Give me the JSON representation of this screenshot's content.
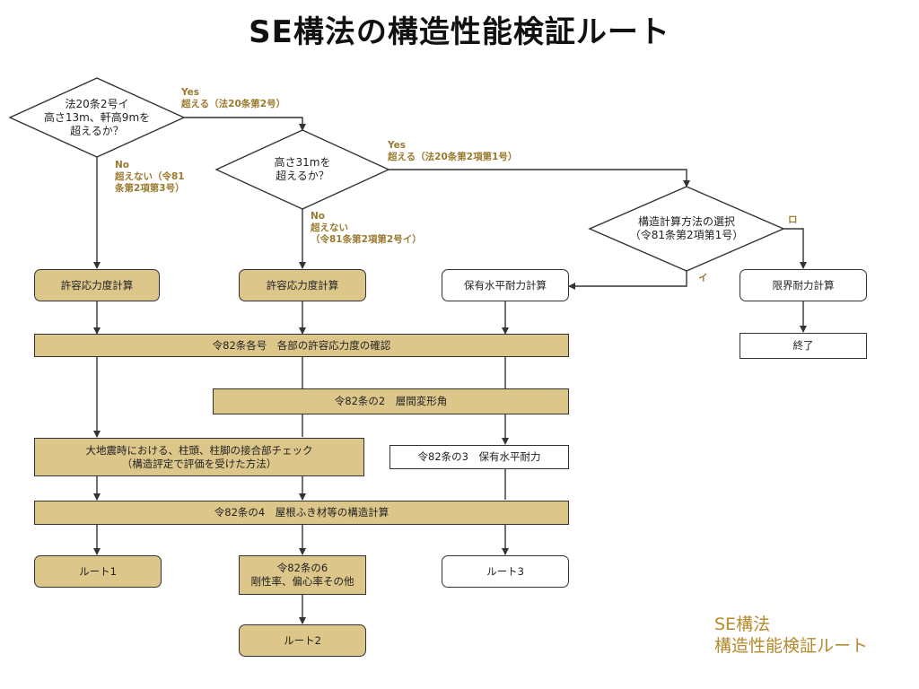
{
  "title": "SE構法の構造性能検証ルート",
  "decisions": {
    "d1": [
      "法20条2号イ",
      "高さ13m、軒高9mを",
      "超えるか？"
    ],
    "d2": [
      "高さ31mを",
      "超えるか？"
    ],
    "d3": [
      "構造計算方法の選択",
      "（令81条第2項第1号）"
    ]
  },
  "labels": {
    "yes1": [
      "Yes",
      "超える（法20条第2号）"
    ],
    "no1": [
      "No",
      "超えない（令81",
      "条第2項第3号）"
    ],
    "yes2": [
      "Yes",
      "超える（法20条第2項第1号）"
    ],
    "no2": [
      "No",
      "超えない",
      "（令81条第2項第2号イ）"
    ],
    "ro": "ロ",
    "i": "イ"
  },
  "boxes": {
    "kyoyo1": "許容応力度計算",
    "kyoyo2": "許容応力度計算",
    "hoyu": "保有水平耐力計算",
    "genkai": "限界耐力計算",
    "shuryo": "終了",
    "r82": "令82条各号　各部の許容応力度の確認",
    "r82_2": "令82条の2　層間変形角",
    "jishin": [
      "大地震時における、柱頭、柱脚の接合部チェック",
      "（構造評定で評価を受けた方法）"
    ],
    "r82_3": "令82条の3　保有水平耐力",
    "r82_4": "令82条の4　屋根ふき材等の構造計算",
    "route1": "ルート1",
    "r82_6": [
      "令82条の6",
      "剛性率、偏心率その他"
    ],
    "route3": "ルート3",
    "route2": "ルート2"
  },
  "corner": [
    "SE構法",
    "構造性能検証ルート"
  ],
  "colors": {
    "gold": "#dcc68a",
    "label": "#9a7a2e",
    "corner": "#b58a2c",
    "line": "#333333"
  }
}
